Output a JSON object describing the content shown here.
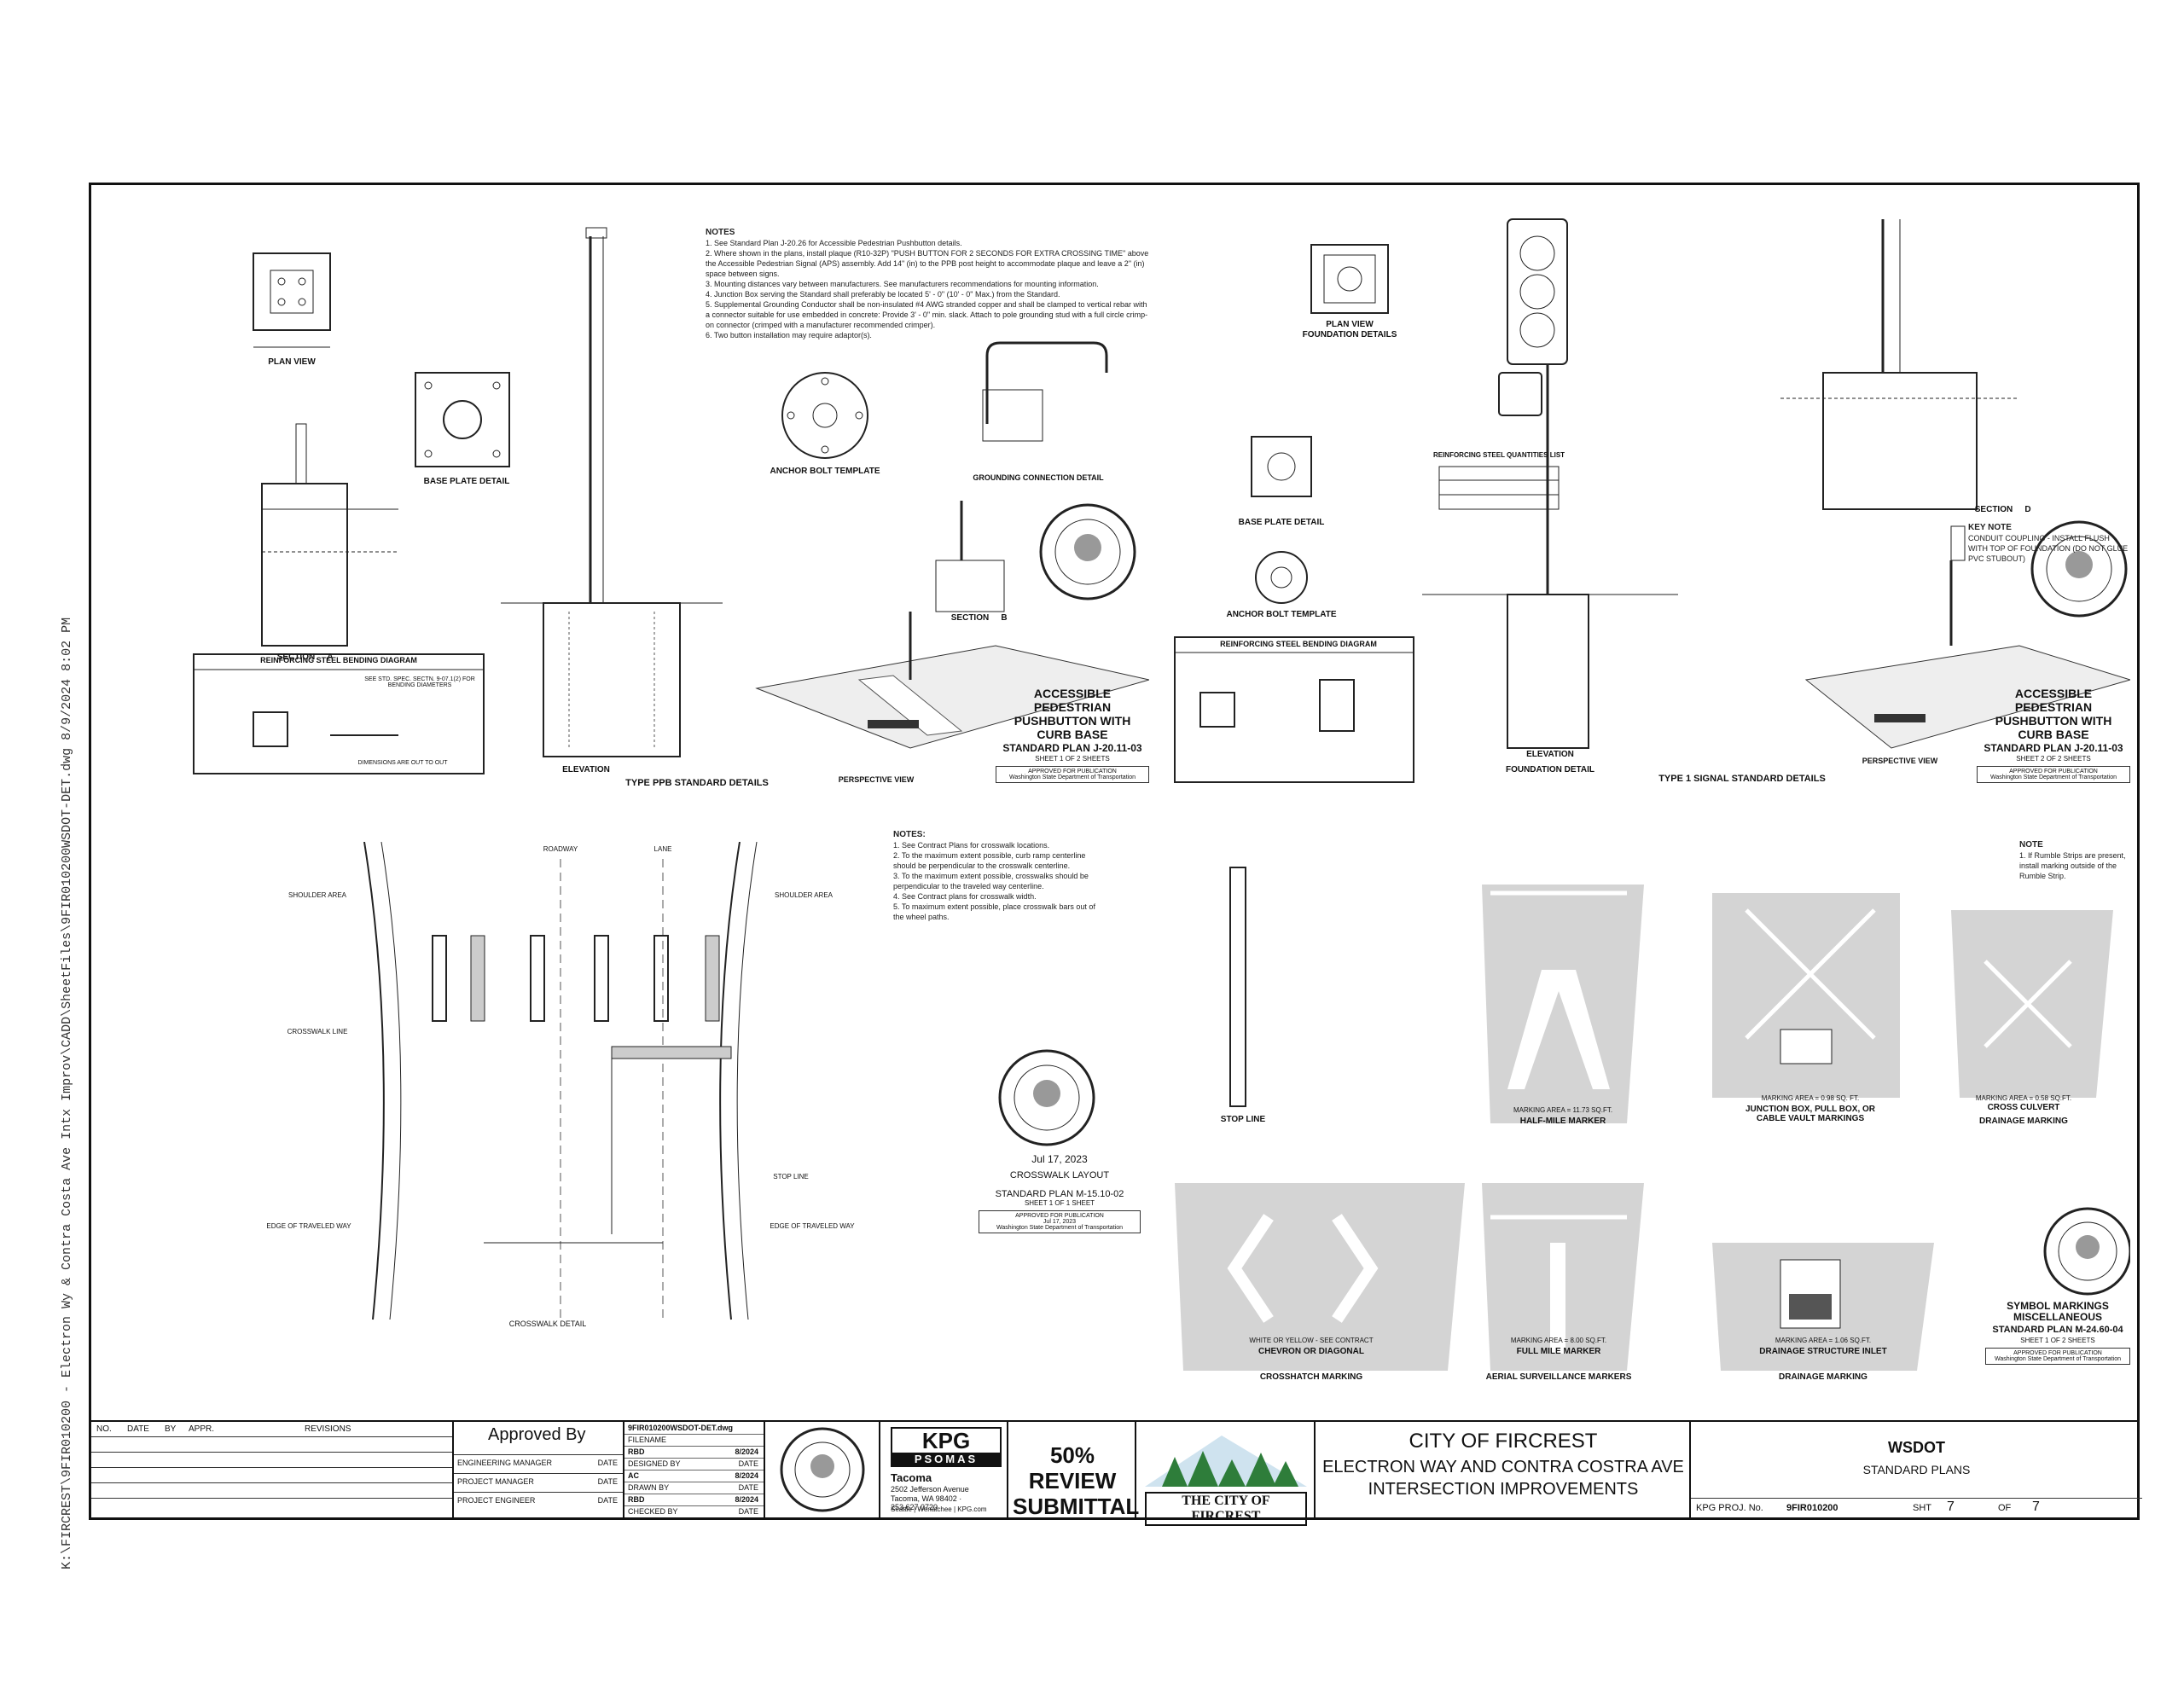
{
  "side_path": "K:\\FIRCREST\\9FIR010200 - Electron Wy & Contra Costa Ave Intx Improv\\CADD\\SheetFiles\\9FIR010200WSDOT-DET.dwg 8/9/2024 8:02 PM",
  "q1": {
    "plan_view": "PLAN VIEW",
    "base_plate_detail": "BASE PLATE DETAIL",
    "section_a": "SECTION",
    "section_letter_a": "A",
    "reinforcing_title": "REINFORCING STEEL BENDING DIAGRAM",
    "reinforcing_note": "SEE STD. SPEC. SECTN. 9-07.1(2) FOR BENDING DIAMETERS",
    "dimensions_note": "DIMENSIONS ARE OUT TO OUT",
    "elevation": "ELEVATION",
    "type_ppb": "TYPE PPB STANDARD DETAILS",
    "anchor_bolt_template": "ANCHOR BOLT TEMPLATE",
    "grounding_detail": "GROUNDING CONNECTION DETAIL",
    "section_b": "SECTION",
    "section_letter_b": "B",
    "perspective_view": "PERSPECTIVE VIEW",
    "notes_title": "NOTES",
    "notes": [
      "1.  See Standard Plan J-20.26 for Accessible Pedestrian Pushbutton details.",
      "2.  Where shown in the plans, install plaque (R10-32P) \"PUSH BUTTON FOR 2 SECONDS FOR EXTRA CROSSING TIME\" above the Accessible Pedestrian Signal (APS) assembly. Add 14\" (in) to the PPB post height to accommodate plaque and leave a 2\" (in) space between signs.",
      "3.  Mounting distances vary between manufacturers. See manufacturers recommendations for mounting information.",
      "4.  Junction Box serving the Standard shall preferably be located 5' - 0\" (10' - 0\" Max.) from the Standard.",
      "5.  Supplemental Grounding Conductor shall be non-insulated #4 AWG stranded copper and shall be clamped to vertical rebar with a connector suitable for use embedded in concrete: Provide 3' - 0\" min. slack. Attach to pole grounding stud with a full circle crimp-on connector (crimped with a manufacturer recommended crimper).",
      "6.  Two button installation may require adaptor(s)."
    ],
    "std_title": "ACCESSIBLE PEDESTRIAN PUSHBUTTON WITH CURB BASE",
    "std_plan": "STANDARD PLAN J-20.11-03",
    "sheet": "SHEET 1 OF 2 SHEETS",
    "approved": "APPROVED FOR PUBLICATION",
    "wsdot_dept": "Washington State Department of Transportation"
  },
  "q2": {
    "plan_view": "PLAN VIEW",
    "foundation_details": "FOUNDATION DETAILS",
    "base_plate_detail": "BASE PLATE DETAIL",
    "anchor_bolt_template": "ANCHOR BOLT TEMPLATE",
    "reinforcing_title": "REINFORCING STEEL BENDING DIAGRAM",
    "qty_title": "REINFORCING STEEL QUANTITIES LIST",
    "elevation": "ELEVATION",
    "foundation_detail": "FOUNDATION DETAIL",
    "type1": "TYPE 1 SIGNAL STANDARD DETAILS",
    "perspective_view": "PERSPECTIVE VIEW",
    "section_d": "SECTION",
    "section_letter_d": "D",
    "key_note": "KEY NOTE",
    "key_note_text": "CONDUIT COUPLING - INSTALL FLUSH WITH TOP OF FOUNDATION (DO NOT GLUE PVC STUBOUT)",
    "std_title": "ACCESSIBLE PEDESTRIAN PUSHBUTTON WITH CURB BASE",
    "std_plan": "STANDARD PLAN J-20.11-03",
    "sheet": "SHEET 2 OF 2 SHEETS",
    "approved": "APPROVED FOR PUBLICATION",
    "wsdot_dept": "Washington State Department of Transportation"
  },
  "q3": {
    "shoulder_area_l": "SHOULDER AREA",
    "shoulder_area_r": "SHOULDER AREA",
    "roadway": "ROADWAY",
    "lane": "LANE",
    "crosswalk_detail": "CROSSWALK DETAIL",
    "stop_line": "STOP LINE",
    "edge_traveled_l": "EDGE OF TRAVELED WAY",
    "edge_traveled_r": "EDGE OF TRAVELED WAY",
    "crosswalk_line": "CROSSWALK LINE",
    "notes_title": "NOTES:",
    "notes": [
      "1.  See Contract Plans for crosswalk locations.",
      "2.  To the maximum extent possible, curb ramp centerline should be perpendicular to the crosswalk centerline.",
      "3.  To the maximum extent possible, crosswalks should be perpendicular to the traveled way centerline.",
      "4.  See Contract plans for crosswalk width.",
      "5.  To maximum extent possible, place crosswalk bars out of the wheel paths."
    ],
    "seal_date": "Jul 17, 2023",
    "layout_title": "CROSSWALK LAYOUT",
    "std_plan": "STANDARD PLAN M-15.10-02",
    "sheet": "SHEET 1 OF 1 SHEET",
    "approved": "APPROVED FOR PUBLICATION",
    "approved_date": "Jul 17, 2023",
    "wsdot_dept": "Washington State Department of Transportation"
  },
  "q4": {
    "stop_line": "STOP LINE",
    "half_mile": "HALF-MILE MARKER",
    "half_mile_area": "MARKING AREA = 11.73 SQ.FT.",
    "junction_box": "JUNCTION BOX, PULL BOX, OR CABLE VAULT MARKINGS",
    "junction_area": "MARKING AREA = 0.98 SQ. FT.",
    "drainage": "DRAINAGE MARKING",
    "cross_culvert": "CROSS CULVERT",
    "culvert_area": "MARKING AREA = 0.58 SQ.FT.",
    "crosshatch": "CROSSHATCH MARKING",
    "chevron": "CHEVRON OR DIAGONAL",
    "white_or_yellow": "WHITE OR YELLOW - SEE CONTRACT",
    "full_mile": "FULL MILE MARKER",
    "full_mile_area": "MARKING AREA = 8.00 SQ.FT.",
    "aerial": "AERIAL SURVEILLANCE MARKERS",
    "drainage_inlet": "DRAINAGE STRUCTURE INLET",
    "inlet_area": "MARKING AREA = 1.06 SQ.FT.",
    "drainage2": "DRAINAGE MARKING",
    "note_title": "NOTE",
    "note_text": "1.  If Rumble Strips are present, install marking outside of the Rumble Strip.",
    "std_title": "SYMBOL MARKINGS MISCELLANEOUS",
    "std_plan": "STANDARD PLAN M-24.60-04",
    "sheet": "SHEET 1 OF 2 SHEETS",
    "approved": "APPROVED FOR PUBLICATION",
    "wsdot_dept": "Washington State Department of Transportation"
  },
  "titleblock": {
    "rev_headers": [
      "NO.",
      "DATE",
      "BY",
      "APPR.",
      "REVISIONS"
    ],
    "approved_by": "Approved By",
    "roles": [
      {
        "role": "ENGINEERING MANAGER",
        "label": "DATE"
      },
      {
        "role": "PROJECT MANAGER",
        "label": "DATE"
      },
      {
        "role": "PROJECT ENGINEER",
        "label": "DATE"
      }
    ],
    "filename_value": "9FIR010200WSDOT-DET.dwg",
    "filename_label": "FILENAME",
    "entries": [
      {
        "who": "RBD",
        "date": "8/2024"
      },
      {
        "label": "DESIGNED BY",
        "date_label": "DATE"
      },
      {
        "who": "AC",
        "date": "8/2024"
      },
      {
        "label": "DRAWN BY",
        "date_label": "DATE"
      },
      {
        "who": "RBD",
        "date": "8/2024"
      },
      {
        "label": "CHECKED BY",
        "date_label": "DATE"
      }
    ],
    "kpg": "KPG",
    "psomas": "PSOMAS",
    "office": "Tacoma",
    "address1": "2502 Jefferson Avenue",
    "address2": "Tacoma, WA 98402 · 253.627.0720",
    "offices": "Seattle  |  Wenatchee  |  KPG.com",
    "review": "50% REVIEW SUBMITTAL",
    "city_logo": "THE CITY OF FIRCREST",
    "city_line1": "CITY OF FIRCREST",
    "city_line2": "ELECTRON WAY AND CONTRA COSTRA AVE",
    "city_line3": "INTERSECTION IMPROVEMENTS",
    "wsdot": "WSDOT",
    "standard_plans": "STANDARD PLANS",
    "proj_label": "KPG PROJ. No.",
    "proj_no": "9FIR010200",
    "sht_label": "SHT",
    "sht": "7",
    "of_label": "OF",
    "of": "7"
  }
}
